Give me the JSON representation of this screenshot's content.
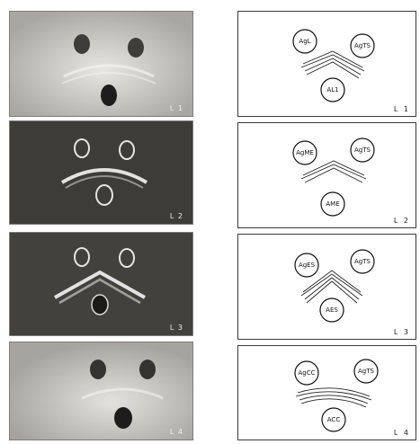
{
  "panels": [
    {
      "photo_label": "L 1",
      "diagram_label": "L 1",
      "wells": {
        "top_left": "AgL",
        "top_right": "AgTS",
        "bottom": "AL1"
      }
    },
    {
      "photo_label": "L 2",
      "diagram_label": "L 2",
      "wells": {
        "top_left": "AgME",
        "top_right": "AgTS",
        "bottom": "AME"
      }
    },
    {
      "photo_label": "L 3",
      "diagram_label": "L 3",
      "wells": {
        "top_left": "AgES",
        "top_right": "AgTS",
        "bottom": "AES"
      }
    },
    {
      "photo_label": "L 4",
      "diagram_label": "L 4",
      "wells": {
        "top_left": "AgCC",
        "top_right": "AgTS",
        "bottom": "ACC"
      }
    }
  ]
}
